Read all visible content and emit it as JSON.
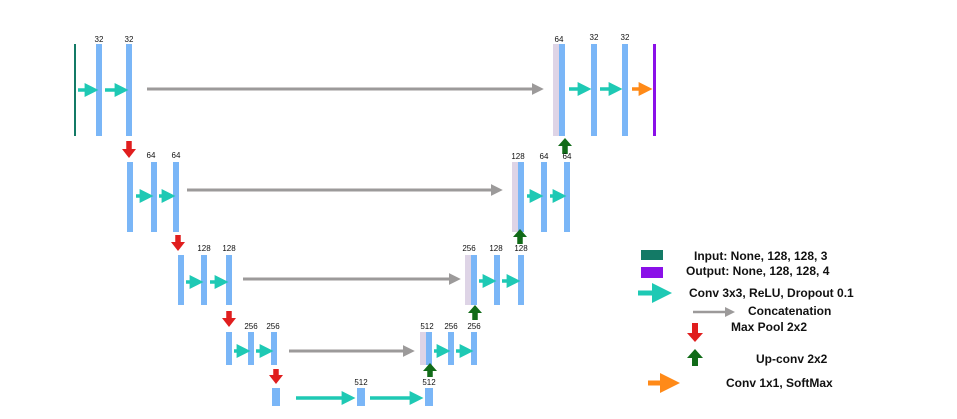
{
  "colors": {
    "feature_map": "#7ab6f7",
    "concat_map": "#ded4e6",
    "input": "#137a66",
    "output": "#8a10e8",
    "conv": "#1ec9b4",
    "concat_arrow": "#9c9a9a",
    "max_pool": "#e01e1e",
    "up_conv": "#116b18",
    "conv_1x1": "#ff8a18"
  },
  "labels": {
    "l1_a": "32",
    "l1_b": "32",
    "l1_up": "64",
    "l1_c": "32",
    "l1_d": "32",
    "l2_a": "64",
    "l2_b": "64",
    "l2_up": "128",
    "l2_c": "64",
    "l2_d": "64",
    "l3_a": "128",
    "l3_b": "128",
    "l3_up": "256",
    "l3_c": "128",
    "l3_d": "128",
    "l4_a": "256",
    "l4_b": "256",
    "l4_up": "512",
    "l4_c": "256",
    "l4_d": "256",
    "bn_a": "512",
    "bn_b": "512"
  },
  "legend": {
    "input": "Input: None, 128, 128, 3",
    "output": "Output: None, 128, 128, 4",
    "conv": "Conv 3x3, ReLU, Dropout 0.1",
    "concat": "Concatenation",
    "max_pool": "Max Pool 2x2",
    "up_conv": "Up-conv 2x2",
    "conv_1x1": "Conv 1x1, SoftMax"
  }
}
